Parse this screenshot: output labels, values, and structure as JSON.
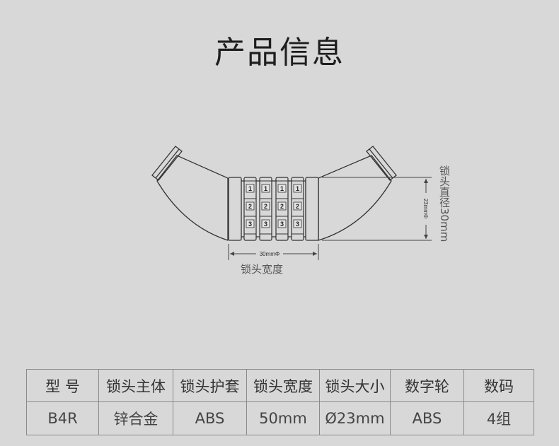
{
  "title": "产品信息",
  "diagram": {
    "dial_numbers": [
      "1",
      "2",
      "3"
    ],
    "height_dim_label": "23mmΦ",
    "width_dim_label": "30mmΦ",
    "diameter_label": "锁头直径30mm",
    "width_label": "锁头宽度"
  },
  "table": {
    "headers": [
      "型 号",
      "锁头主体",
      "锁头护套",
      "锁头宽度",
      "锁头大小",
      "数字轮",
      "数码"
    ],
    "values": [
      "B4R",
      "锌合金",
      "ABS",
      "50mm",
      "Ø23mm",
      "ABS",
      "4组"
    ]
  }
}
